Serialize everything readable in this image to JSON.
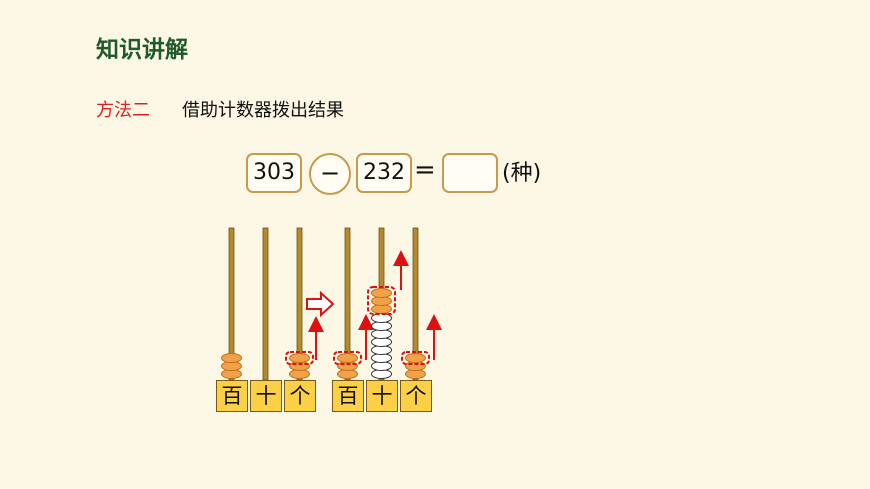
{
  "slide": {
    "title": "知识讲解",
    "method_label": "方法二",
    "method_desc": "借助计数器拨出结果"
  },
  "equation": {
    "minuend": "303",
    "operator": "−",
    "subtrahend": "232",
    "equals": "=",
    "answer": "",
    "unit": "(种)"
  },
  "abacus_left": {
    "labels": [
      "百",
      "十",
      "个"
    ],
    "beads": [
      3,
      0,
      3
    ]
  },
  "abacus_right": {
    "labels": [
      "百",
      "十",
      "个"
    ],
    "beads": [
      3,
      10,
      3
    ]
  },
  "colors": {
    "bead": "#f0a24a",
    "rod": "#b58a2e",
    "arrow": "#dd1111",
    "label_bg": "#fbd046",
    "box_border": "#c99a4b",
    "title": "#1f5a2a"
  }
}
